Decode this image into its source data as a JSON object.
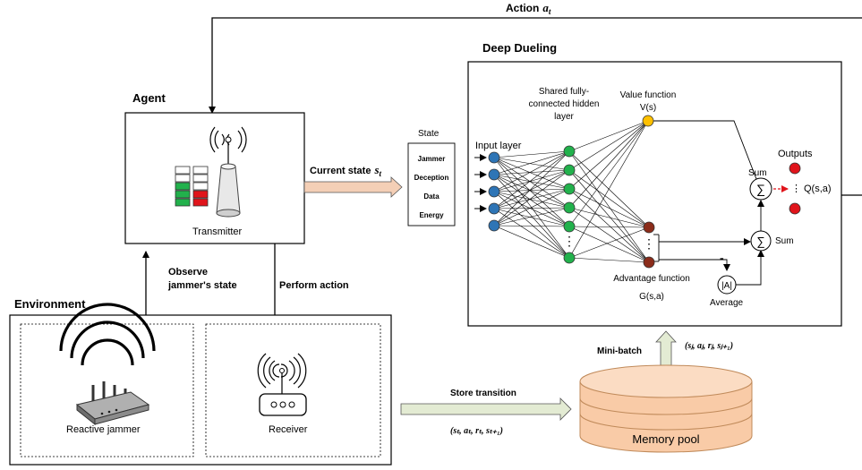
{
  "action_label": "Action",
  "action_symbol": "a",
  "action_sub": "t",
  "deep_dueling_title": "Deep Dueling",
  "agent_title": "Agent",
  "transmitter_label": "Transmitter",
  "environment_title": "Environment",
  "reactive_jammer_label": "Reactive jammer",
  "receiver_label": "Receiver",
  "observe_line1": "Observe",
  "observe_line2": "jammer's state",
  "perform_action": "Perform action",
  "current_state_label": "Current state",
  "current_state_symbol": "s",
  "current_state_sub": "t",
  "state_title": "State",
  "state_items": [
    "Jammer",
    "Deception",
    "Data",
    "Energy"
  ],
  "input_layer": "Input layer",
  "shared_hidden": [
    "Shared fully-",
    "connected hidden",
    "layer"
  ],
  "value_function": [
    "Value function",
    "V(s)"
  ],
  "advantage_function": [
    "Advantage function",
    "G(s,a)"
  ],
  "outputs_label": "Outputs",
  "sum_label": "Sum",
  "sum_label_2": "Sum",
  "sigma_symbol": "∑",
  "avg_symbol": "|A|",
  "average_label": "Average",
  "q_label": "Q(s,a)",
  "minus_sign": "-",
  "ellipsis_v": "⋮",
  "minibatch_label": "Mini-batch",
  "minibatch_tuple": "(sⱼ, aⱼ, rⱼ, sⱼ₊₁)",
  "store_transition_label": "Store transition",
  "store_tuple": "(sₜ, aₜ, rₜ, sₜ₊₁)",
  "memory_pool_label": "Memory pool",
  "colors": {
    "input_node": "#2e75b6",
    "hidden_node": "#22b14c",
    "value_node": "#ffc000",
    "advantage_node": "#8b2c1a",
    "output_node": "#e0141b",
    "memory_fill": "#f9cba7",
    "memory_stroke": "#c08a5a",
    "arrow_fill": "#f4cfb6",
    "store_arrow_fill": "#e3ebd3",
    "minibatch_arrow_fill": "#e3ebd3"
  }
}
